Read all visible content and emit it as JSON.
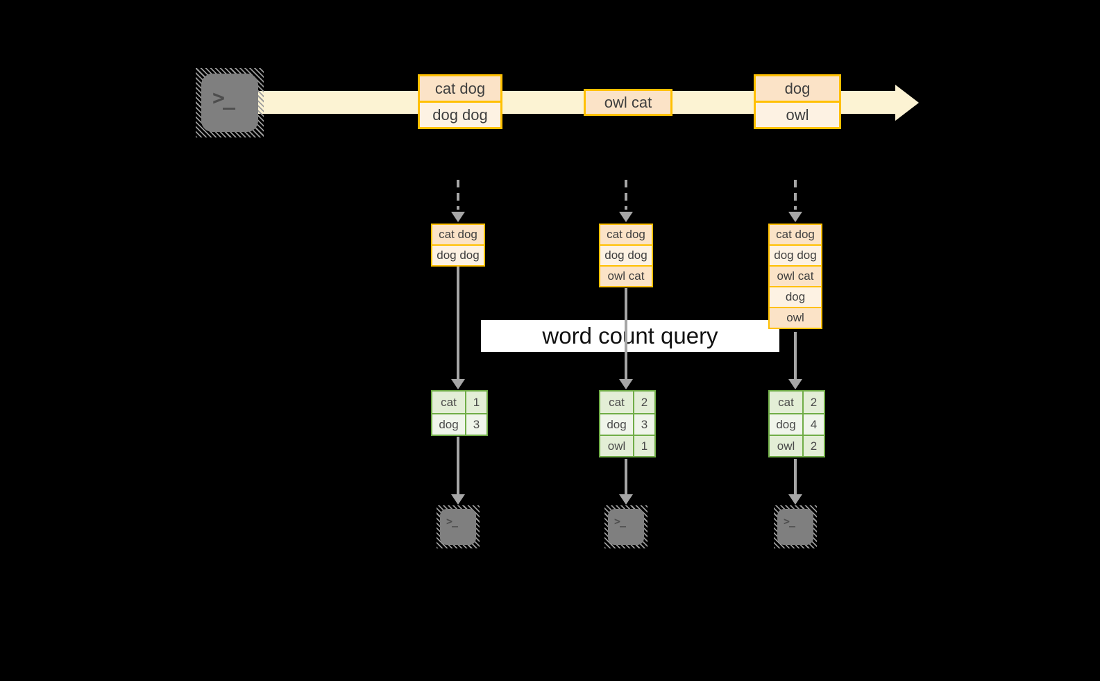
{
  "diagram": {
    "query_label": "word count query",
    "terminal_prompt": ">_"
  },
  "stream": {
    "events": [
      {
        "lines": [
          "cat dog",
          "dog dog"
        ]
      },
      {
        "lines": [
          "owl cat"
        ]
      },
      {
        "lines": [
          "dog",
          "owl"
        ]
      }
    ]
  },
  "columns": [
    {
      "buffer": [
        "cat dog",
        "dog dog"
      ],
      "counts": [
        {
          "word": "cat",
          "count": "1"
        },
        {
          "word": "dog",
          "count": "3"
        }
      ]
    },
    {
      "buffer": [
        "cat dog",
        "dog dog",
        "owl cat"
      ],
      "counts": [
        {
          "word": "cat",
          "count": "2"
        },
        {
          "word": "dog",
          "count": "3"
        },
        {
          "word": "owl",
          "count": "1"
        }
      ]
    },
    {
      "buffer": [
        "cat dog",
        "dog dog",
        "owl cat",
        "dog",
        "owl"
      ],
      "counts": [
        {
          "word": "cat",
          "count": "2"
        },
        {
          "word": "dog",
          "count": "4"
        },
        {
          "word": "owl",
          "count": "2"
        }
      ]
    }
  ],
  "colors": {
    "background": "#000000",
    "stream_band": "#FCF3D3",
    "event_fill_dark": "#FBE3C7",
    "event_fill_light": "#FDF2E3",
    "event_border": "#FFC000",
    "count_border": "#70AD47",
    "count_fill_dark": "#E3EED6",
    "count_fill_light": "#F0F5EB",
    "arrow_gray": "#A6A6A6",
    "terminal_gray": "#7F7F7F",
    "query_box_bg": "#FFFFFF"
  }
}
